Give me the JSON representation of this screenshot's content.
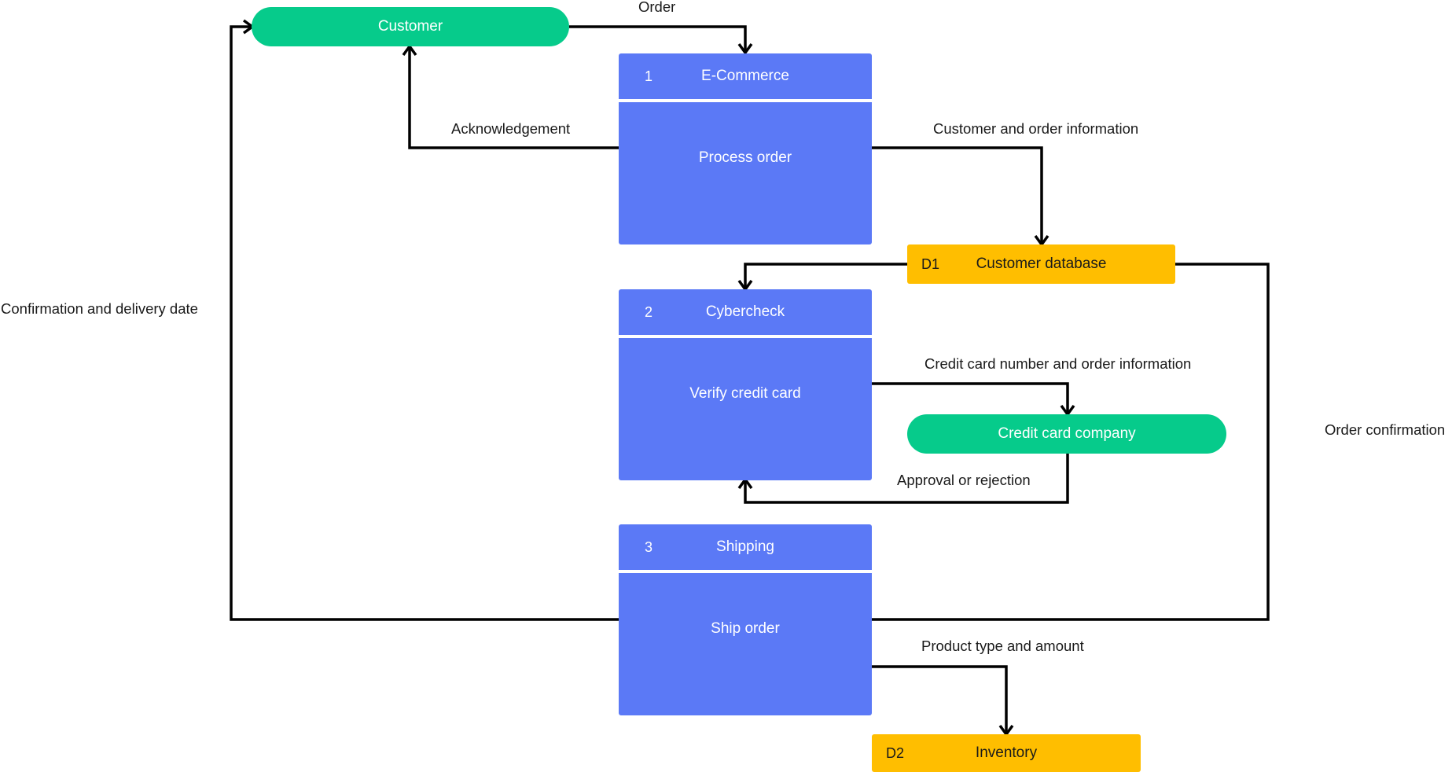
{
  "colors": {
    "external_entity": "#06CB8B",
    "process": "#5B79F6",
    "data_store": "#FFBE00",
    "connector": "#000000"
  },
  "external_entities": {
    "customer": "Customer",
    "credit_card_company": "Credit card company"
  },
  "processes": [
    {
      "id": "1",
      "name": "E-Commerce",
      "action": "Process order"
    },
    {
      "id": "2",
      "name": "Cybercheck",
      "action": "Verify credit card"
    },
    {
      "id": "3",
      "name": "Shipping",
      "action": "Ship order"
    }
  ],
  "data_stores": [
    {
      "id": "D1",
      "name": "Customer database"
    },
    {
      "id": "D2",
      "name": "Inventory"
    }
  ],
  "flows": {
    "order": "Order",
    "acknowledgement": "Acknowledgement",
    "customer_order_info": "Customer and order information",
    "confirmation_delivery": "Confirmation and delivery date",
    "credit_card_info": "Credit card number and order information",
    "approval_rejection": "Approval or rejection",
    "order_confirmation": "Order confirmation",
    "product_type_amount": "Product type and amount"
  }
}
